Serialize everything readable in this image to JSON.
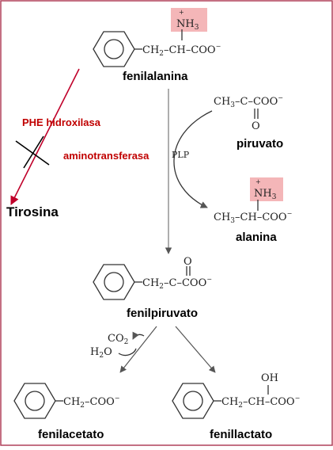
{
  "molecules": {
    "phe": {
      "label": "fenilalanina",
      "formula": "CH2–CH–COO−",
      "amine": "NH3"
    },
    "pyruvate": {
      "label": "piruvato",
      "formula": "CH3–C–COO−",
      "carbonyl": "O"
    },
    "alanine": {
      "label": "alanina",
      "formula": "CH3–CH–COO−",
      "amine": "NH3"
    },
    "phenylpyruvate": {
      "label": "fenilpiruvato",
      "formula": "CH2–C–COO−",
      "carbonyl": "O"
    },
    "phenylacetate": {
      "label": "fenilacetato",
      "formula": "CH2–COO−"
    },
    "phenyllactate": {
      "label": "fenillactato",
      "formula": "CH2–CH–COO−",
      "hydroxyl": "OH"
    }
  },
  "enzymes": {
    "phe_hydroxylase": "PHE hidroxilasa",
    "aminotransferase": "aminotransferasa",
    "cofactor": "PLP"
  },
  "blocked_product": "Tirosina",
  "side_products": {
    "co2": "CO2",
    "h2o": "H2O"
  },
  "colors": {
    "border": "#b0405a",
    "enzyme_text": "#c00000",
    "amine_highlight": "#f4b6b8",
    "arrow_red": "#c0002a"
  }
}
